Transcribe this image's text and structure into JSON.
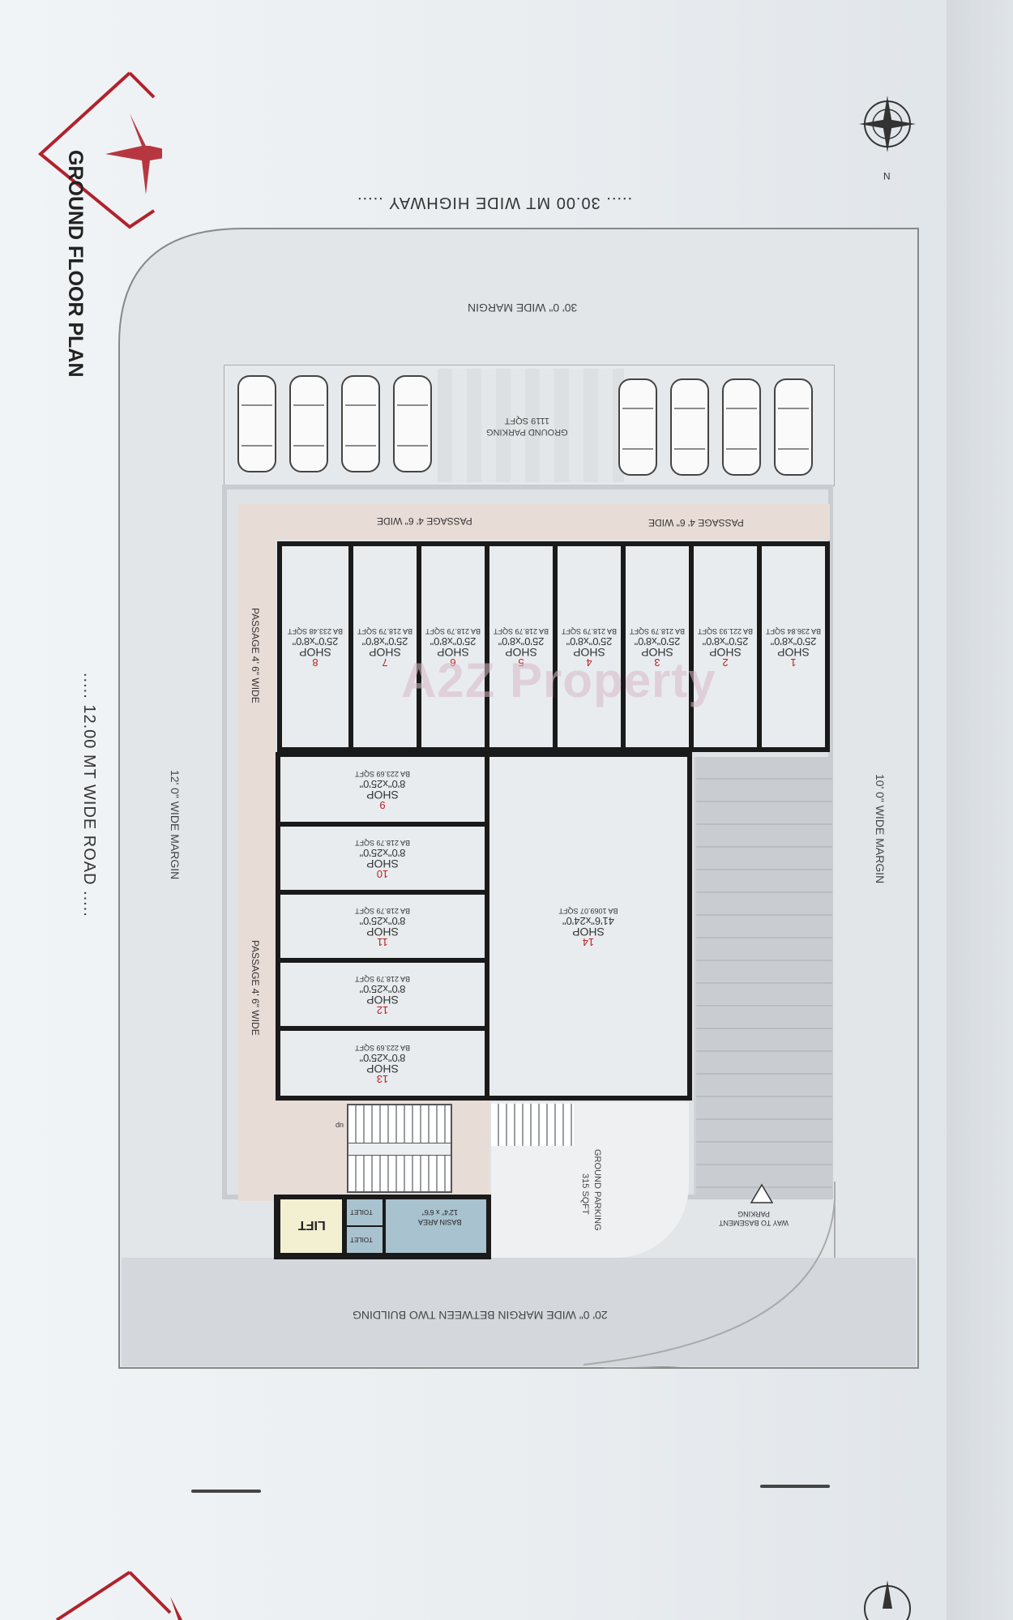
{
  "title": "GROUND FLOOR PLAN",
  "compass_letter": "N",
  "roads": {
    "highway": "..... 30.00 MT WIDE HIGHWAY .....",
    "road": "..... 12.00 MT WIDE ROAD ....."
  },
  "margins": {
    "top": "30' 0\" WIDE MARGIN",
    "left": "12' 0\" WIDE MARGIN",
    "right": "10' 0\" WIDE MARGIN",
    "bottom": "20' 0\" WIDE MARGIN BETWEEN TWO BUILDING"
  },
  "passages": {
    "top_left": "PASSAGE 4' 6\" WIDE",
    "top_right": "PASSAGE 4' 6\" WIDE",
    "left_upper": "PASSAGE 4' 6\" WIDE",
    "left_lower": "PASSAGE 4' 6\" WIDE"
  },
  "parking": {
    "top_label": "GROUND PARKING",
    "top_area": "1119 SQFT",
    "bottom_label": "GROUND PARKING",
    "bottom_area": "315 SQFT",
    "basement": "WAY TO BASEMENT PARKING"
  },
  "shops": [
    {
      "num": "1",
      "name": "SHOP",
      "dim": "25'0\"x8'0\"",
      "ba": "BA 236.84 SQFT"
    },
    {
      "num": "2",
      "name": "SHOP",
      "dim": "25'0\"x8'0\"",
      "ba": "BA 221.93 SQFT"
    },
    {
      "num": "3",
      "name": "SHOP",
      "dim": "25'0\"x8'0\"",
      "ba": "BA 218.79 SQFT"
    },
    {
      "num": "4",
      "name": "SHOP",
      "dim": "25'0\"x8'0\"",
      "ba": "BA 218.79 SQFT"
    },
    {
      "num": "5",
      "name": "SHOP",
      "dim": "25'0\"x8'0\"",
      "ba": "BA 218.79 SQFT"
    },
    {
      "num": "6",
      "name": "SHOP",
      "dim": "25'0\"x8'0\"",
      "ba": "BA 218.79 SQFT"
    },
    {
      "num": "7",
      "name": "SHOP",
      "dim": "25'0\"x8'0\"",
      "ba": "BA 218.79 SQFT"
    },
    {
      "num": "8",
      "name": "SHOP",
      "dim": "25'0\"x8'0\"",
      "ba": "BA 233.48 SQFT"
    },
    {
      "num": "9",
      "name": "SHOP",
      "dim": "8'0\"x25'0\"",
      "ba": "BA 223.69 SQFT"
    },
    {
      "num": "10",
      "name": "SHOP",
      "dim": "8'0\"x25'0\"",
      "ba": "BA 218.79 SQFT"
    },
    {
      "num": "11",
      "name": "SHOP",
      "dim": "8'0\"x25'0\"",
      "ba": "BA 218.79 SQFT"
    },
    {
      "num": "12",
      "name": "SHOP",
      "dim": "8'0\"x25'0\"",
      "ba": "BA 218.79 SQFT"
    },
    {
      "num": "13",
      "name": "SHOP",
      "dim": "8'0\"x25'0\"",
      "ba": "BA 223.69 SQFT"
    },
    {
      "num": "14",
      "name": "SHOP",
      "dim": "41'6\"x24'0\"",
      "ba": "BA 1069.07 SQFT"
    }
  ],
  "core": {
    "lift": "LIFT",
    "toilet1": "TOILET",
    "toilet2": "TOILET",
    "basin": "BASIN AREA",
    "basin_dim": "12'4\" x 6'6\"",
    "stair_up": "up"
  },
  "watermark": "A2Z Property",
  "colors": {
    "logo": "#b0222c",
    "wall": "#1a1a1a",
    "passage": "#e8dcd6",
    "parking": "#dfe3e6",
    "basin": "#a9c2cf",
    "lift": "#f3f0d2"
  }
}
